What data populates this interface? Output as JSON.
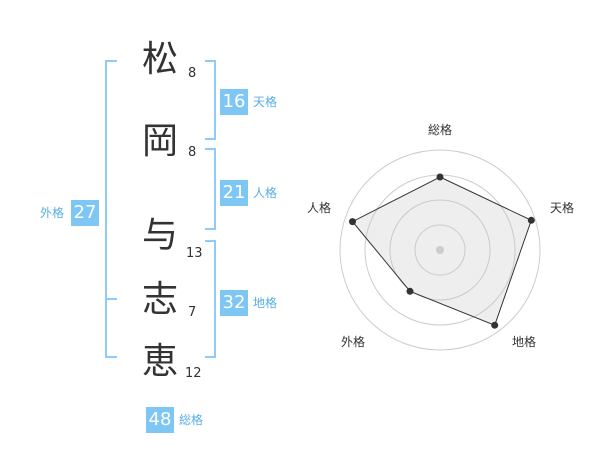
{
  "name_chars": [
    {
      "char": "松",
      "strokes": "8"
    },
    {
      "char": "岡",
      "strokes": "8"
    },
    {
      "char": "与",
      "strokes": "13"
    },
    {
      "char": "志",
      "strokes": "7"
    },
    {
      "char": "恵",
      "strokes": "12"
    }
  ],
  "kakusu": {
    "tenkaku": {
      "value": "16",
      "label": "天格"
    },
    "jinkaku": {
      "value": "21",
      "label": "人格"
    },
    "chikaku": {
      "value": "32",
      "label": "地格"
    },
    "gaikaku": {
      "value": "27",
      "label": "外格"
    },
    "soukaku": {
      "value": "48",
      "label": "総格"
    }
  },
  "colors": {
    "badge": "#7ec7f4",
    "bracket": "#90caf9",
    "label": "#57aee6"
  },
  "chart_data": {
    "type": "radar",
    "axes": [
      "総格",
      "天格",
      "地格",
      "外格",
      "人格"
    ],
    "values": [
      0.73,
      0.96,
      0.93,
      0.51,
      0.92
    ],
    "max": 1,
    "grid": true,
    "ring_count": 4
  }
}
